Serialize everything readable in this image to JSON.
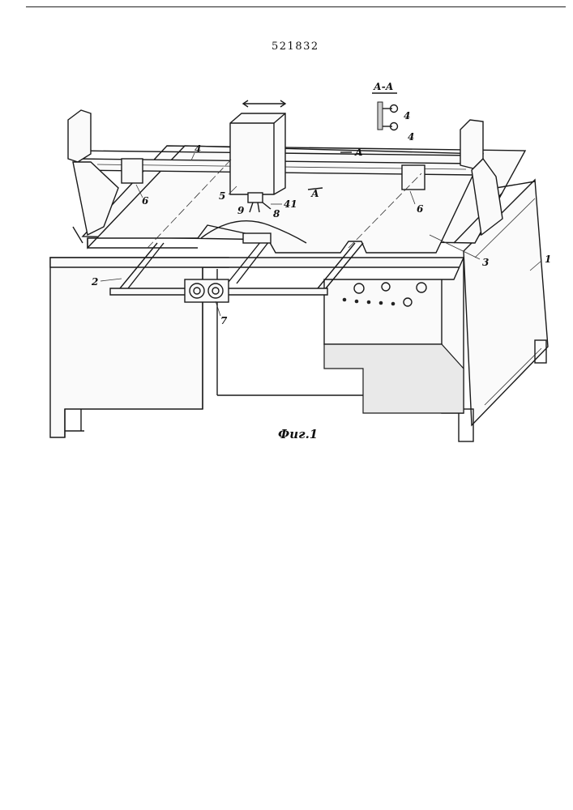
{
  "document": {
    "patent_number": "521832",
    "figure_caption": "Фиг.1",
    "section_label": "А-А",
    "section_marks": [
      "А",
      "А"
    ],
    "part_labels": {
      "frame": "1",
      "rail_front": "2",
      "table": "3",
      "guide_rail": "4",
      "head": "5",
      "carriage_left": "6",
      "carriage_right": "6",
      "knobs": "7",
      "tool_8": "8",
      "tool_9": "9",
      "tool_41": "41",
      "section_rail_top": "4",
      "section_rail_bottom": "4"
    }
  }
}
